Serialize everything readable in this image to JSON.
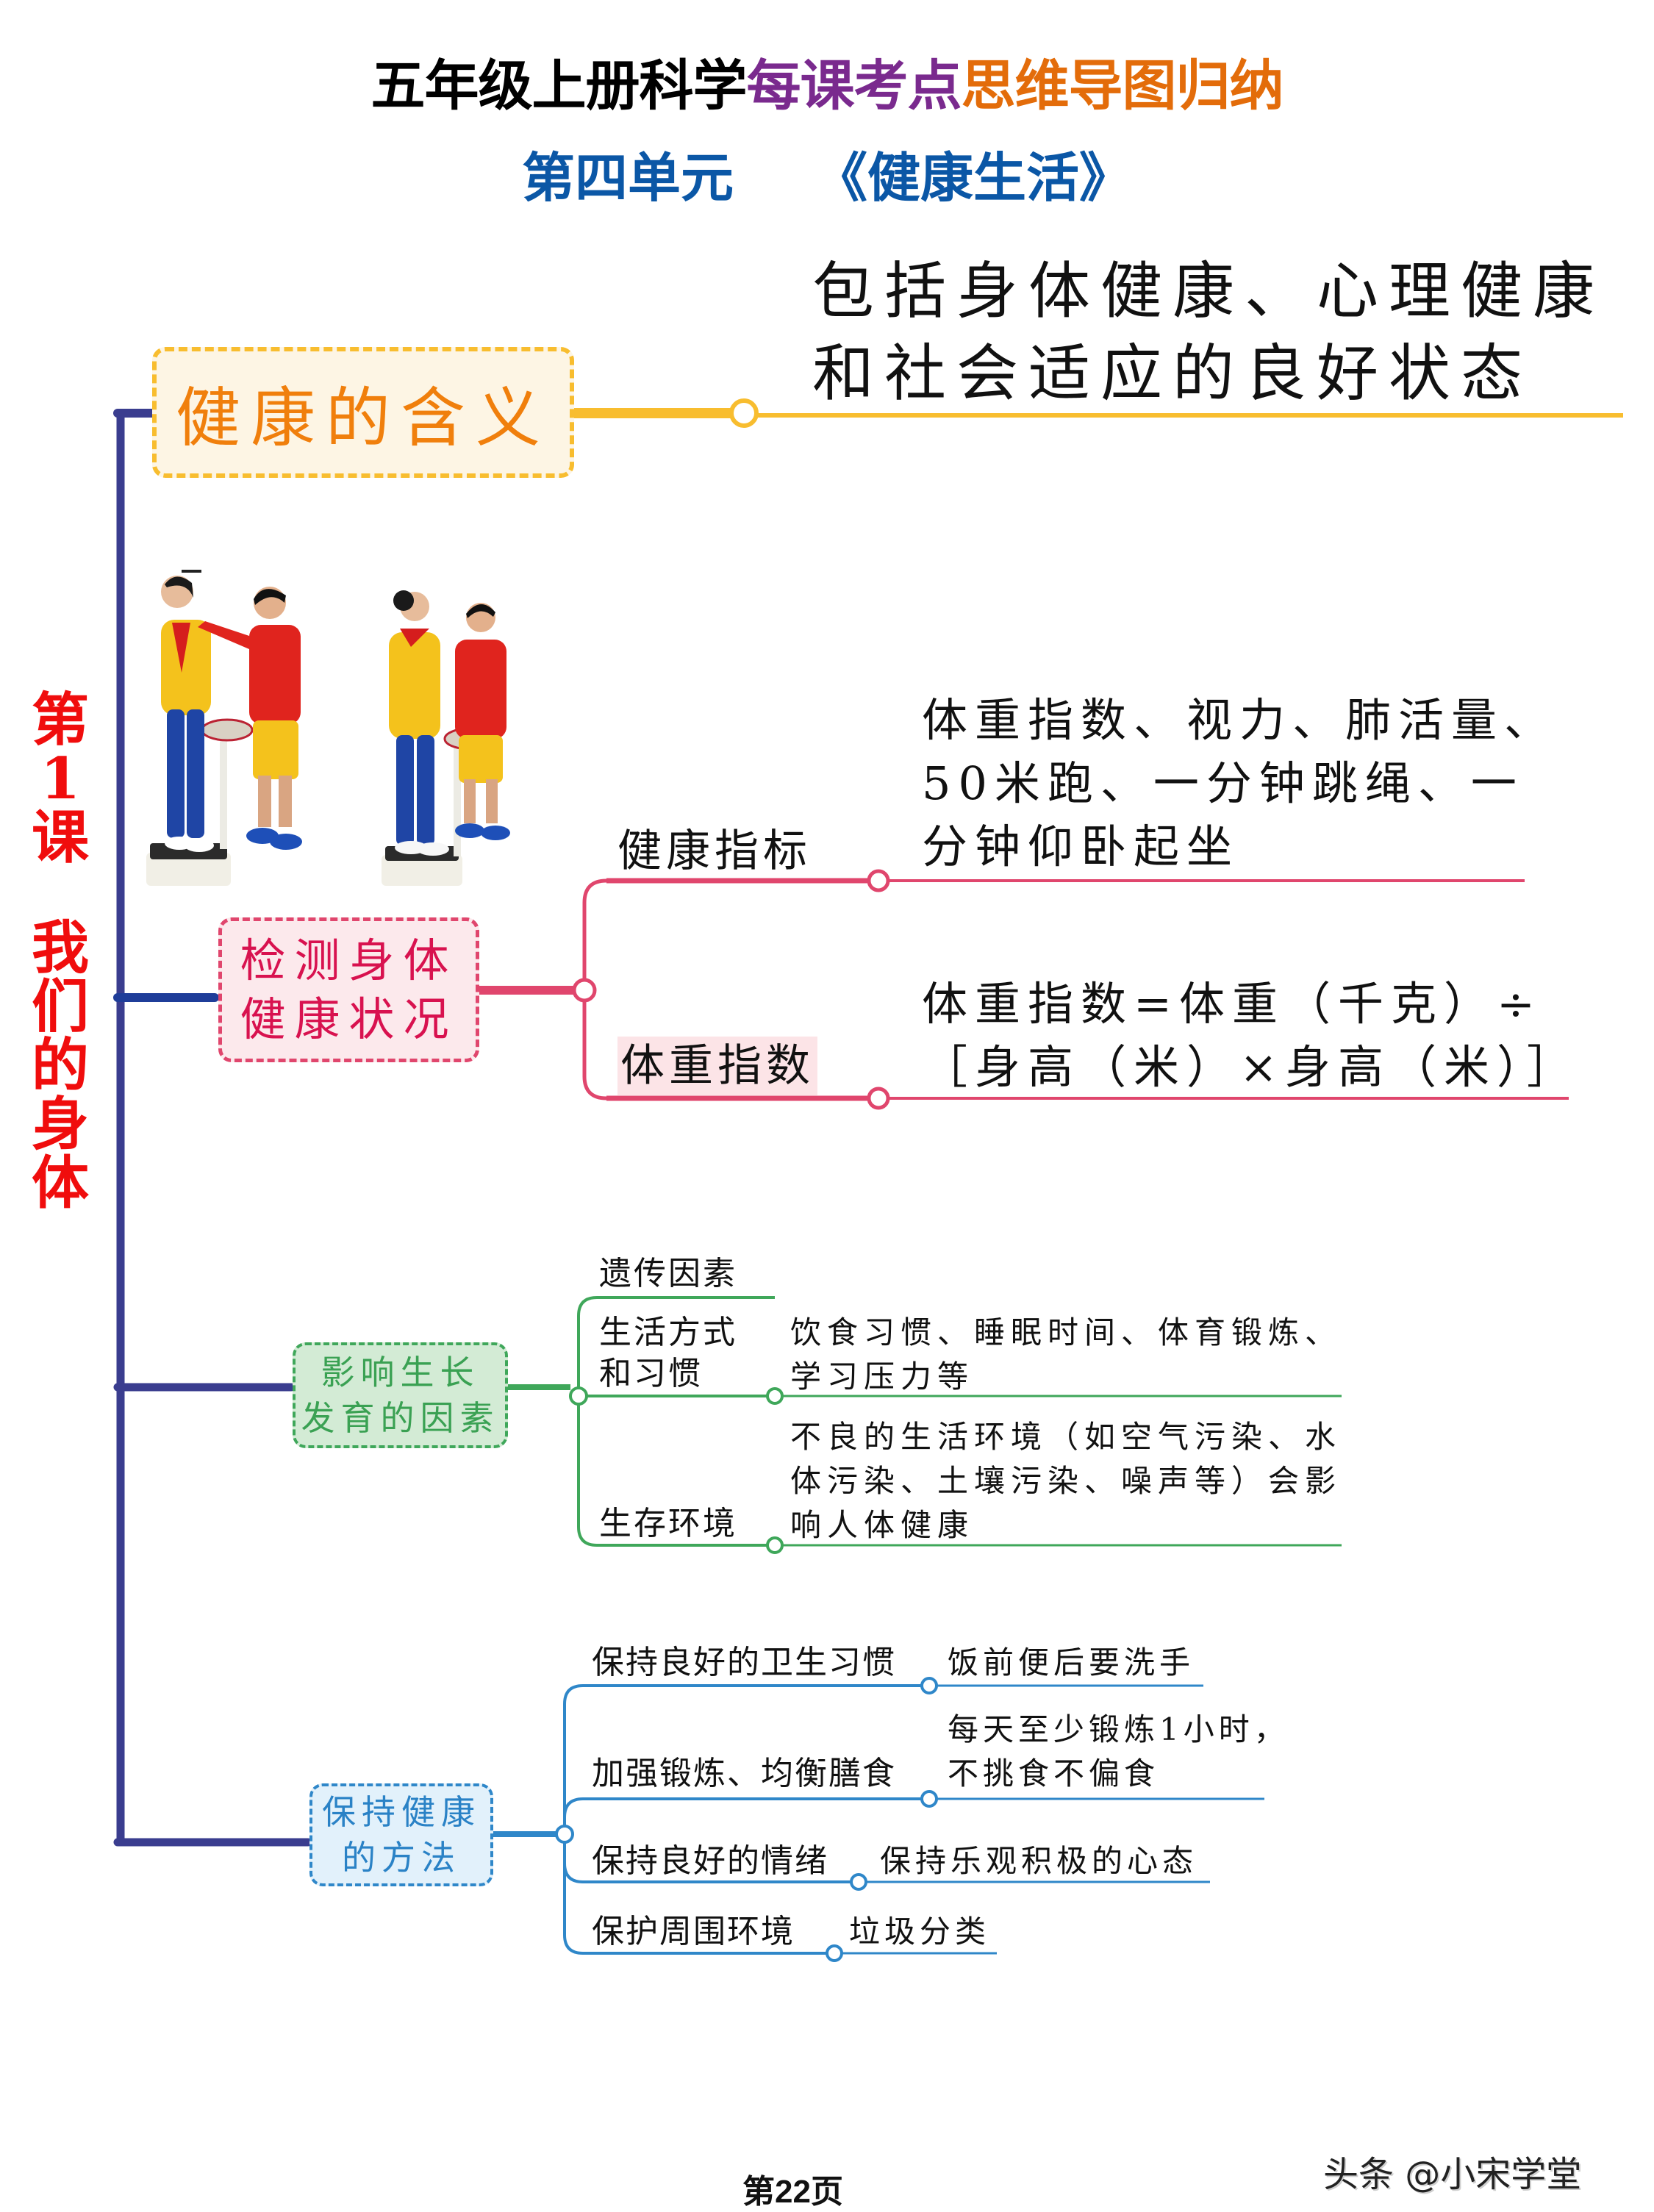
{
  "header": {
    "title_parts": [
      {
        "text": "五年级上册科学",
        "color": "#000000"
      },
      {
        "text": "每课考点",
        "color": "#7a2a8e"
      },
      {
        "text": "思维导图归纳",
        "color": "#e36c0a"
      }
    ],
    "subtitle_unit": "第四单元",
    "subtitle_name": "《健康生活》",
    "subtitle_color": "#0b57a6"
  },
  "lesson": {
    "number_chars": [
      "第",
      "1",
      "课"
    ],
    "name_chars": [
      "我",
      "们",
      "的",
      "身",
      "体"
    ],
    "color": "#f00d0d"
  },
  "trunk_color": "#3a3d8f",
  "topics": {
    "meaning": {
      "label": "健康的含义",
      "color": "#f8bd2f",
      "text_lines": [
        "包括身体健康、心理健康",
        "和社会适应的良好状态"
      ]
    },
    "check": {
      "label_lines": [
        "检测身体",
        "健康状况"
      ],
      "color": "#e0466d",
      "branches": [
        {
          "label": "健康指标",
          "detail_lines": [
            "体重指数、视力、肺活量、",
            "50米跑、一分钟跳绳、一",
            "分钟仰卧起坐"
          ]
        },
        {
          "label": "体重指数",
          "detail_lines": [
            "体重指数=体重（千克）÷",
            "［身高（米）×身高（米）］"
          ]
        }
      ]
    },
    "factors": {
      "label_lines": [
        "影响生长",
        "发育的因素"
      ],
      "color": "#3fa75a",
      "branches": [
        {
          "label_lines": [
            "遗传因素"
          ],
          "detail_lines": []
        },
        {
          "label_lines": [
            "生活方式",
            "和习惯"
          ],
          "detail_lines": [
            "饮食习惯、睡眠时间、体育锻炼、",
            "学习压力等"
          ]
        },
        {
          "label_lines": [
            "生存环境"
          ],
          "detail_lines": [
            "不良的生活环境（如空气污染、水",
            "体污染、土壤污染、噪声等）会影",
            "响人体健康"
          ]
        }
      ]
    },
    "methods": {
      "label_lines": [
        "保持健康",
        "的方法"
      ],
      "color": "#2f87c9",
      "branches": [
        {
          "label": "保持良好的卫生习惯",
          "detail_lines": [
            "饭前便后要洗手"
          ]
        },
        {
          "label": "加强锻炼、均衡膳食",
          "detail_lines": [
            "每天至少锻炼1小时，",
            "不挑食不偏食"
          ]
        },
        {
          "label": "保持良好的情绪",
          "detail_lines": [
            "保持乐观积极的心态"
          ]
        },
        {
          "label": "保护周围环境",
          "detail_lines": [
            "垃圾分类"
          ]
        }
      ]
    }
  },
  "image": {
    "description": "students measuring height and weight on scale",
    "icon": "photo-students-scale"
  },
  "footer": {
    "page": "第22页",
    "watermark": "头条 @小宋学堂"
  }
}
